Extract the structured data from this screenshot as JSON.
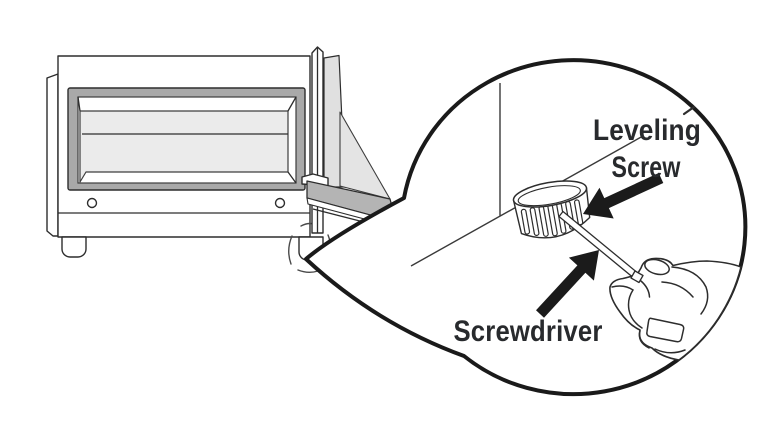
{
  "callout": {
    "leveling_screw_label": {
      "line1": "Leveling",
      "line2": "Screw"
    },
    "screwdriver_label": "Screwdriver"
  },
  "colors": {
    "background": "#ffffff",
    "line": "#2d2d2d",
    "balloon_outline": "#1a1a1a",
    "label_text": "#282a2d",
    "arrow": "#1b1b1b",
    "gasket_frame_gray": "#a9a9a9",
    "inner_panel_gray": "#ebebeb",
    "door_panel_gray": "#e0e0e0",
    "door_wedge_gray": "#e4e4e4",
    "door_bottom_bar_gray": "#b4b4b4"
  }
}
